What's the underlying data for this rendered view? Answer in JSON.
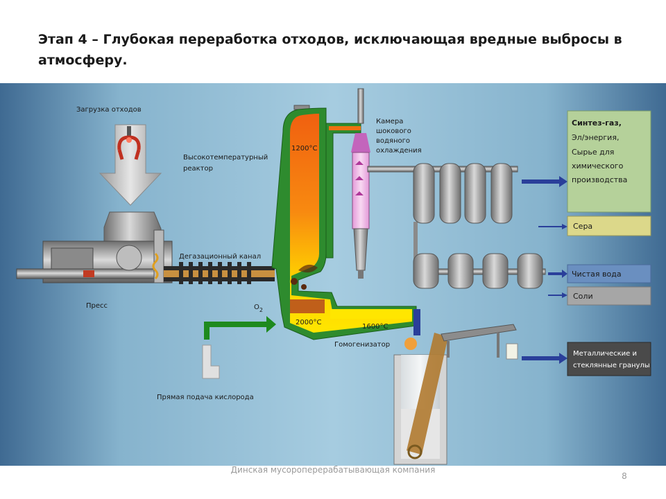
{
  "title": "Этап 4 – Глубокая переработка отходов, исключающая вредные выбросы в атмосферу.",
  "labels": {
    "loading": "Загрузка отходов",
    "reactor_line1": "Высокотемпературный",
    "reactor_line2": "реактор",
    "camera_line1": "Камера",
    "camera_line2": "шокового",
    "camera_line3": "водяного",
    "camera_line4": "охлаждения",
    "t1200": "1200°C",
    "t2000": "2000°C",
    "t1600": "1600°C",
    "degas": "Дегазационный канал",
    "press": "Пресс",
    "o2_main": "O",
    "o2_sub": "2",
    "homogenizer": "Гомогенизатор",
    "oxygen": "Прямая подача кислорода"
  },
  "outputs": {
    "syngas": {
      "line1": "Синтез-газ,",
      "line2": "Эл/энергия,",
      "line3": "Сырье для",
      "line4": "химического",
      "line5": "производства"
    },
    "sulfur": "Сера",
    "water": "Чистая вода",
    "salts": "Соли",
    "granules_line1": "Металлические и",
    "granules_line2": "стеклянные гранулы"
  },
  "footer": {
    "company": "Динская мусороперерабатывающая компания",
    "page": "8"
  },
  "colors": {
    "background": "#8fb8d0",
    "reactor_shell": "#2e8b2e",
    "reactor_hot": "#f07010",
    "reactor_warm": "#ffd000",
    "arrow_blue": "#2a3f9a",
    "arrow_green": "#1e8a1e",
    "box_green": "#b5d19a",
    "box_yellow": "#dcd88a",
    "box_blue": "#6a8fc0",
    "box_gray": "#a6a6a6",
    "box_dark": "#4a4a4a"
  }
}
